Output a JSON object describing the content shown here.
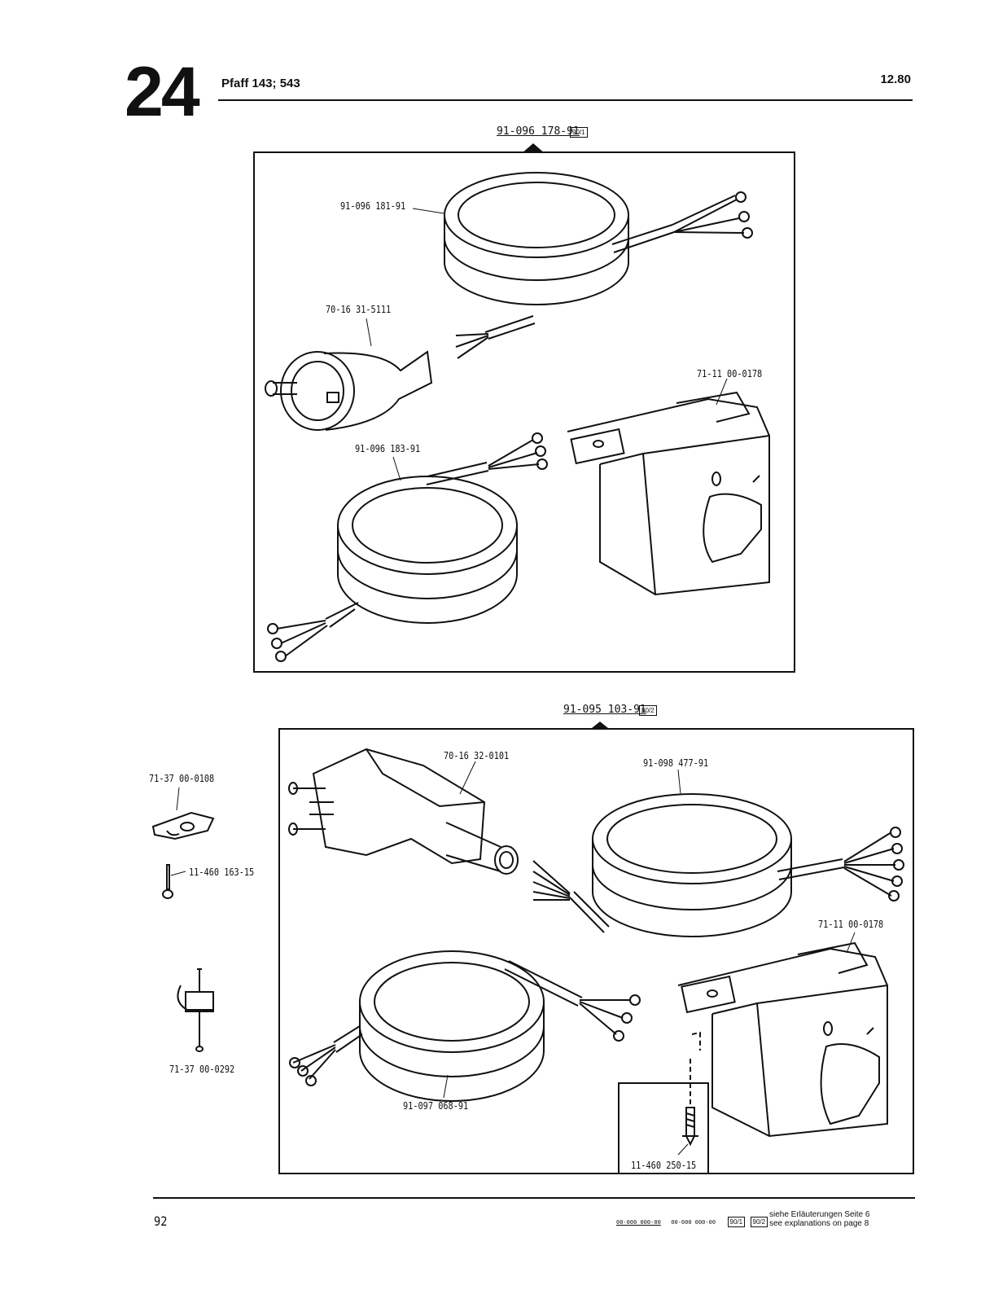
{
  "header": {
    "page_number": "24",
    "model": "Pfaff 143; 543",
    "date": "12.80"
  },
  "group_top": {
    "assembly_number": "91-096 178-91",
    "assembly_code": "90/1",
    "parts": {
      "cable_long": "91-096 181-91",
      "plug": "70-16 31-5111",
      "switch": "71-11 00-0178",
      "cable_short": "91-096 183-91"
    }
  },
  "group_bottom": {
    "assembly_number": "91-095 103-91",
    "assembly_code": "90/2",
    "parts": {
      "plug": "70-16 32-0101",
      "cable_long": "91-098 477-91",
      "switch": "71-11 00-0178",
      "cable_short": "91-097 068-91",
      "screw": "11-460 250-15"
    }
  },
  "loose_parts": {
    "clip": "71-37 00-0108",
    "screw": "11-460 163-15",
    "cable_holder": "71-37 00-0292"
  },
  "footer": {
    "page": "92",
    "legend_code_1": "00-000 000-00",
    "legend_code_2": "00-000 000-00",
    "legend_box_1": "90/1",
    "legend_box_2": "90/2",
    "note_de": "siehe Erläuterungen Seite 6",
    "note_en": "see explanations on page 8"
  }
}
